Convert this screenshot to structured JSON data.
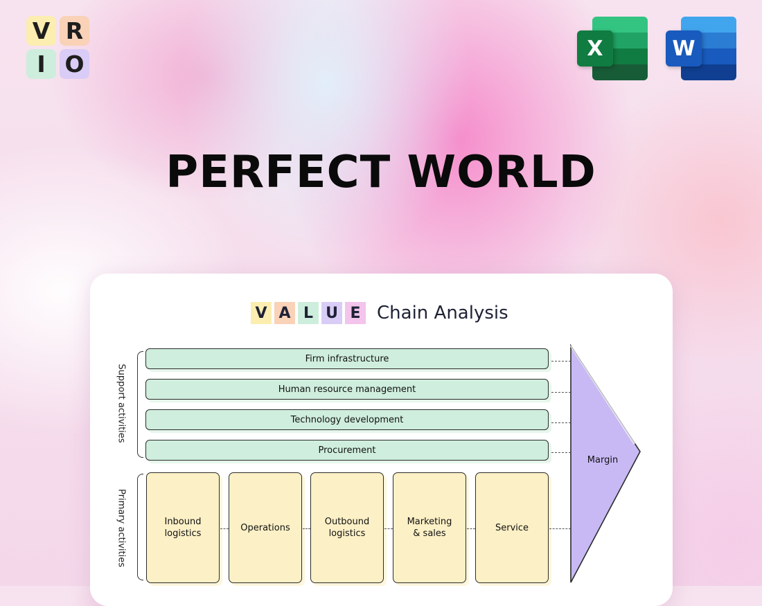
{
  "logo": {
    "letters": [
      "V",
      "R",
      "I",
      "O"
    ]
  },
  "apps": {
    "excel_glyph": "X",
    "word_glyph": "W"
  },
  "page_title": "PERFECT WORLD",
  "card": {
    "header_letters": [
      "V",
      "A",
      "L",
      "U",
      "E"
    ],
    "header_text": "Chain Analysis",
    "support_label": "Support activities",
    "primary_label": "Primary activities",
    "support_activities": [
      "Firm infrastructure",
      "Human resource management",
      "Technology development",
      "Procurement"
    ],
    "primary_activities": [
      {
        "line1": "Inbound",
        "line2": "logistics"
      },
      {
        "line1": "Operations",
        "line2": ""
      },
      {
        "line1": "Outbound",
        "line2": "logistics"
      },
      {
        "line1": "Marketing",
        "line2": "& sales"
      },
      {
        "line1": "Service",
        "line2": ""
      }
    ],
    "margin_label": "Margin"
  },
  "colors": {
    "support_fill": "#cfeedd",
    "primary_fill": "#fcf0c6",
    "margin_fill": "#c8b9f5"
  }
}
